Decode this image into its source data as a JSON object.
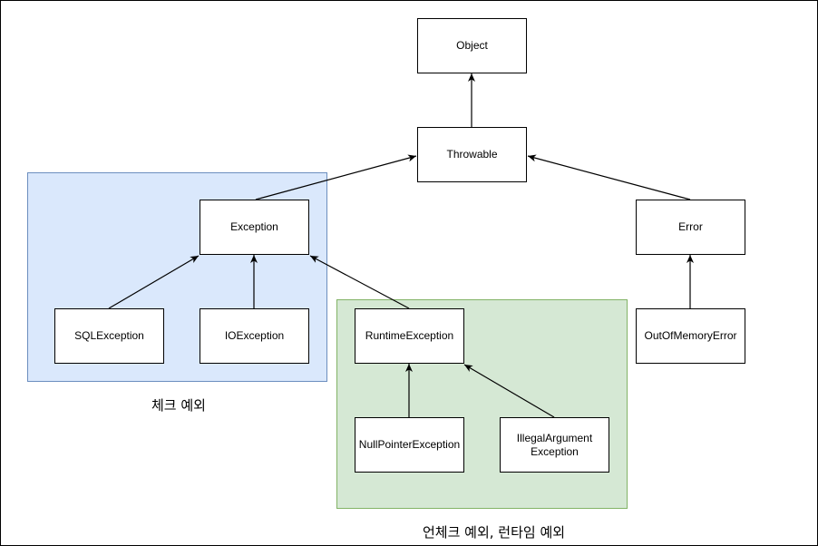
{
  "groups": {
    "checked_label": "체크 예외",
    "unchecked_label": "언체크 예외, 런타임 예외"
  },
  "nodes": {
    "object": "Object",
    "throwable": "Throwable",
    "exception": "Exception",
    "error": "Error",
    "sql_exception": "SQLException",
    "io_exception": "IOException",
    "runtime_exception": "RuntimeException",
    "out_of_memory_error": "OutOfMemoryError",
    "null_pointer_exception": "NullPointerException",
    "illegal_argument_exception": "IllegalArgument\nException"
  },
  "edges": [
    {
      "from": "throwable",
      "to": "object"
    },
    {
      "from": "exception",
      "to": "throwable"
    },
    {
      "from": "error",
      "to": "throwable"
    },
    {
      "from": "sql_exception",
      "to": "exception"
    },
    {
      "from": "io_exception",
      "to": "exception"
    },
    {
      "from": "runtime_exception",
      "to": "exception"
    },
    {
      "from": "out_of_memory_error",
      "to": "error"
    },
    {
      "from": "null_pointer_exception",
      "to": "runtime_exception"
    },
    {
      "from": "illegal_argument_exception",
      "to": "runtime_exception"
    }
  ],
  "colors": {
    "checked_fill": "#dae8fc",
    "checked_stroke": "#6c8ebf",
    "unchecked_fill": "#d5e8d4",
    "unchecked_stroke": "#82b366"
  }
}
